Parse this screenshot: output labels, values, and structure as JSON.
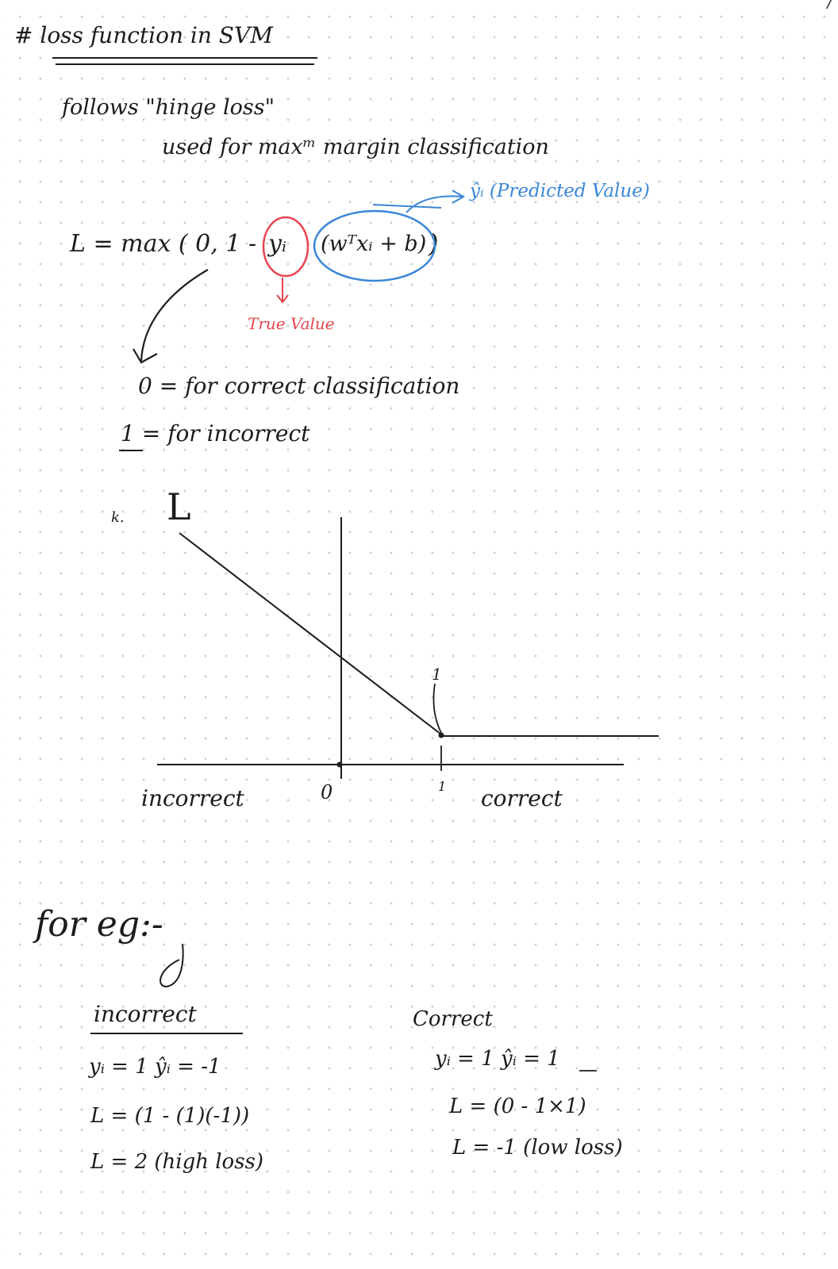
{
  "page_mark": "/",
  "title": "# loss function in SVM",
  "intro": {
    "line1": "follows \"hinge loss\"",
    "line2": "used for maxᵐ margin classification"
  },
  "formula": {
    "lhs": "L = max ( 0, 1 -",
    "true_term": "yᵢ",
    "pred_term": "(wᵀxᵢ + b)",
    "close": ")",
    "pred_annotation": "ŷᵢ (Predicted Value)",
    "true_annotation": "True Value"
  },
  "cases": {
    "zero": "0 = for correct classification",
    "one": "1 = for incorrect"
  },
  "graph": {
    "side_note": "k.",
    "y_label": "L",
    "origin_label": "0",
    "one_label": "1",
    "tick_label": "1",
    "left_label": "incorrect",
    "right_label": "correct"
  },
  "example": {
    "heading": "for eg:-",
    "incorrect": {
      "title": "incorrect",
      "line1": "yᵢ = 1    ŷᵢ = -1",
      "line2": "L = (1 - (1)(-1))",
      "line3": "L = 2 (high loss)"
    },
    "correct": {
      "title": "Correct",
      "line1": "yᵢ = 1   ŷᵢ = 1",
      "line2": "L = (0 - 1×1)",
      "line3": "L = -1 (low loss)"
    }
  },
  "colors": {
    "ink": "#1c1c1c",
    "blue": "#3a86d8",
    "red": "#e8454f"
  }
}
